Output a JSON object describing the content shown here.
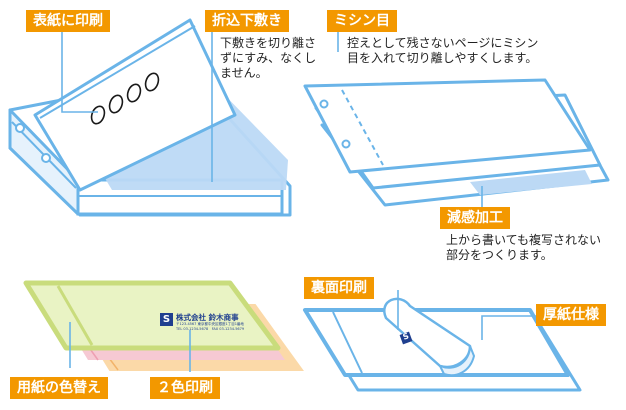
{
  "labels": {
    "cover_print": "表紙に印刷",
    "folding_shitajiki": "折込下敷き",
    "perforation": "ミシン目",
    "reduced_sensitivity": "減感加工",
    "back_print": "裏面印刷",
    "thick_paper": "厚紙仕様",
    "paper_color": "用紙の色替え",
    "two_color_print": "２色印刷"
  },
  "descriptions": {
    "folding_shitajiki": "下敷きを切り離さ\nずにすみ、なくし\nません。",
    "perforation": "控えとして残さないページにミシン\n目を入れて切り離しやすくします。",
    "reduced_sensitivity": "上から書いても複写されない\n部分をつくります。"
  },
  "stamp": {
    "logo_letter": "S",
    "company": "株式会社 鈴木商事",
    "address_line": "〒123-4567 東京都中央区銀座1丁目1番地",
    "phone_line": "TEL 03-1234-5678　FAX 03-1234-5679"
  },
  "colors": {
    "accent": "#f39800",
    "outline": "#6ab4e8",
    "fill_light": "#e6f2fc",
    "shitajiki": "#bcd9f5",
    "yellow_sheet": "#d8e89a",
    "pink_sheet": "#f6c9d3",
    "orange_sheet": "#fbd9a8",
    "navy": "#1f3f8f"
  }
}
